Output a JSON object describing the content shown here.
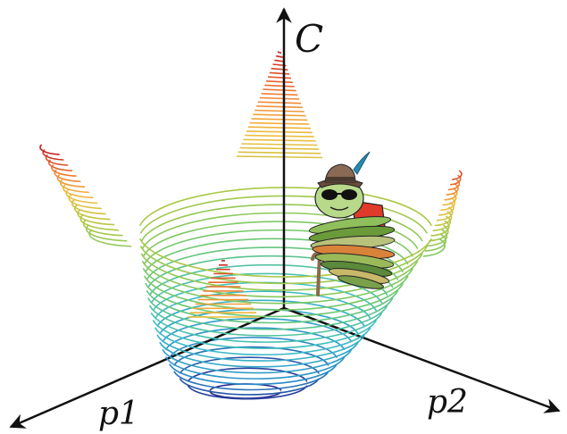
{
  "axes": {
    "vertical": "C",
    "left": "p1",
    "right": "p2"
  },
  "colors": {
    "axis": "#111111",
    "contour_bottom": "#2c2c8c",
    "contour_top": "#cc2020"
  },
  "character": {
    "icon": "insect-with-sunglasses-and-hat"
  }
}
